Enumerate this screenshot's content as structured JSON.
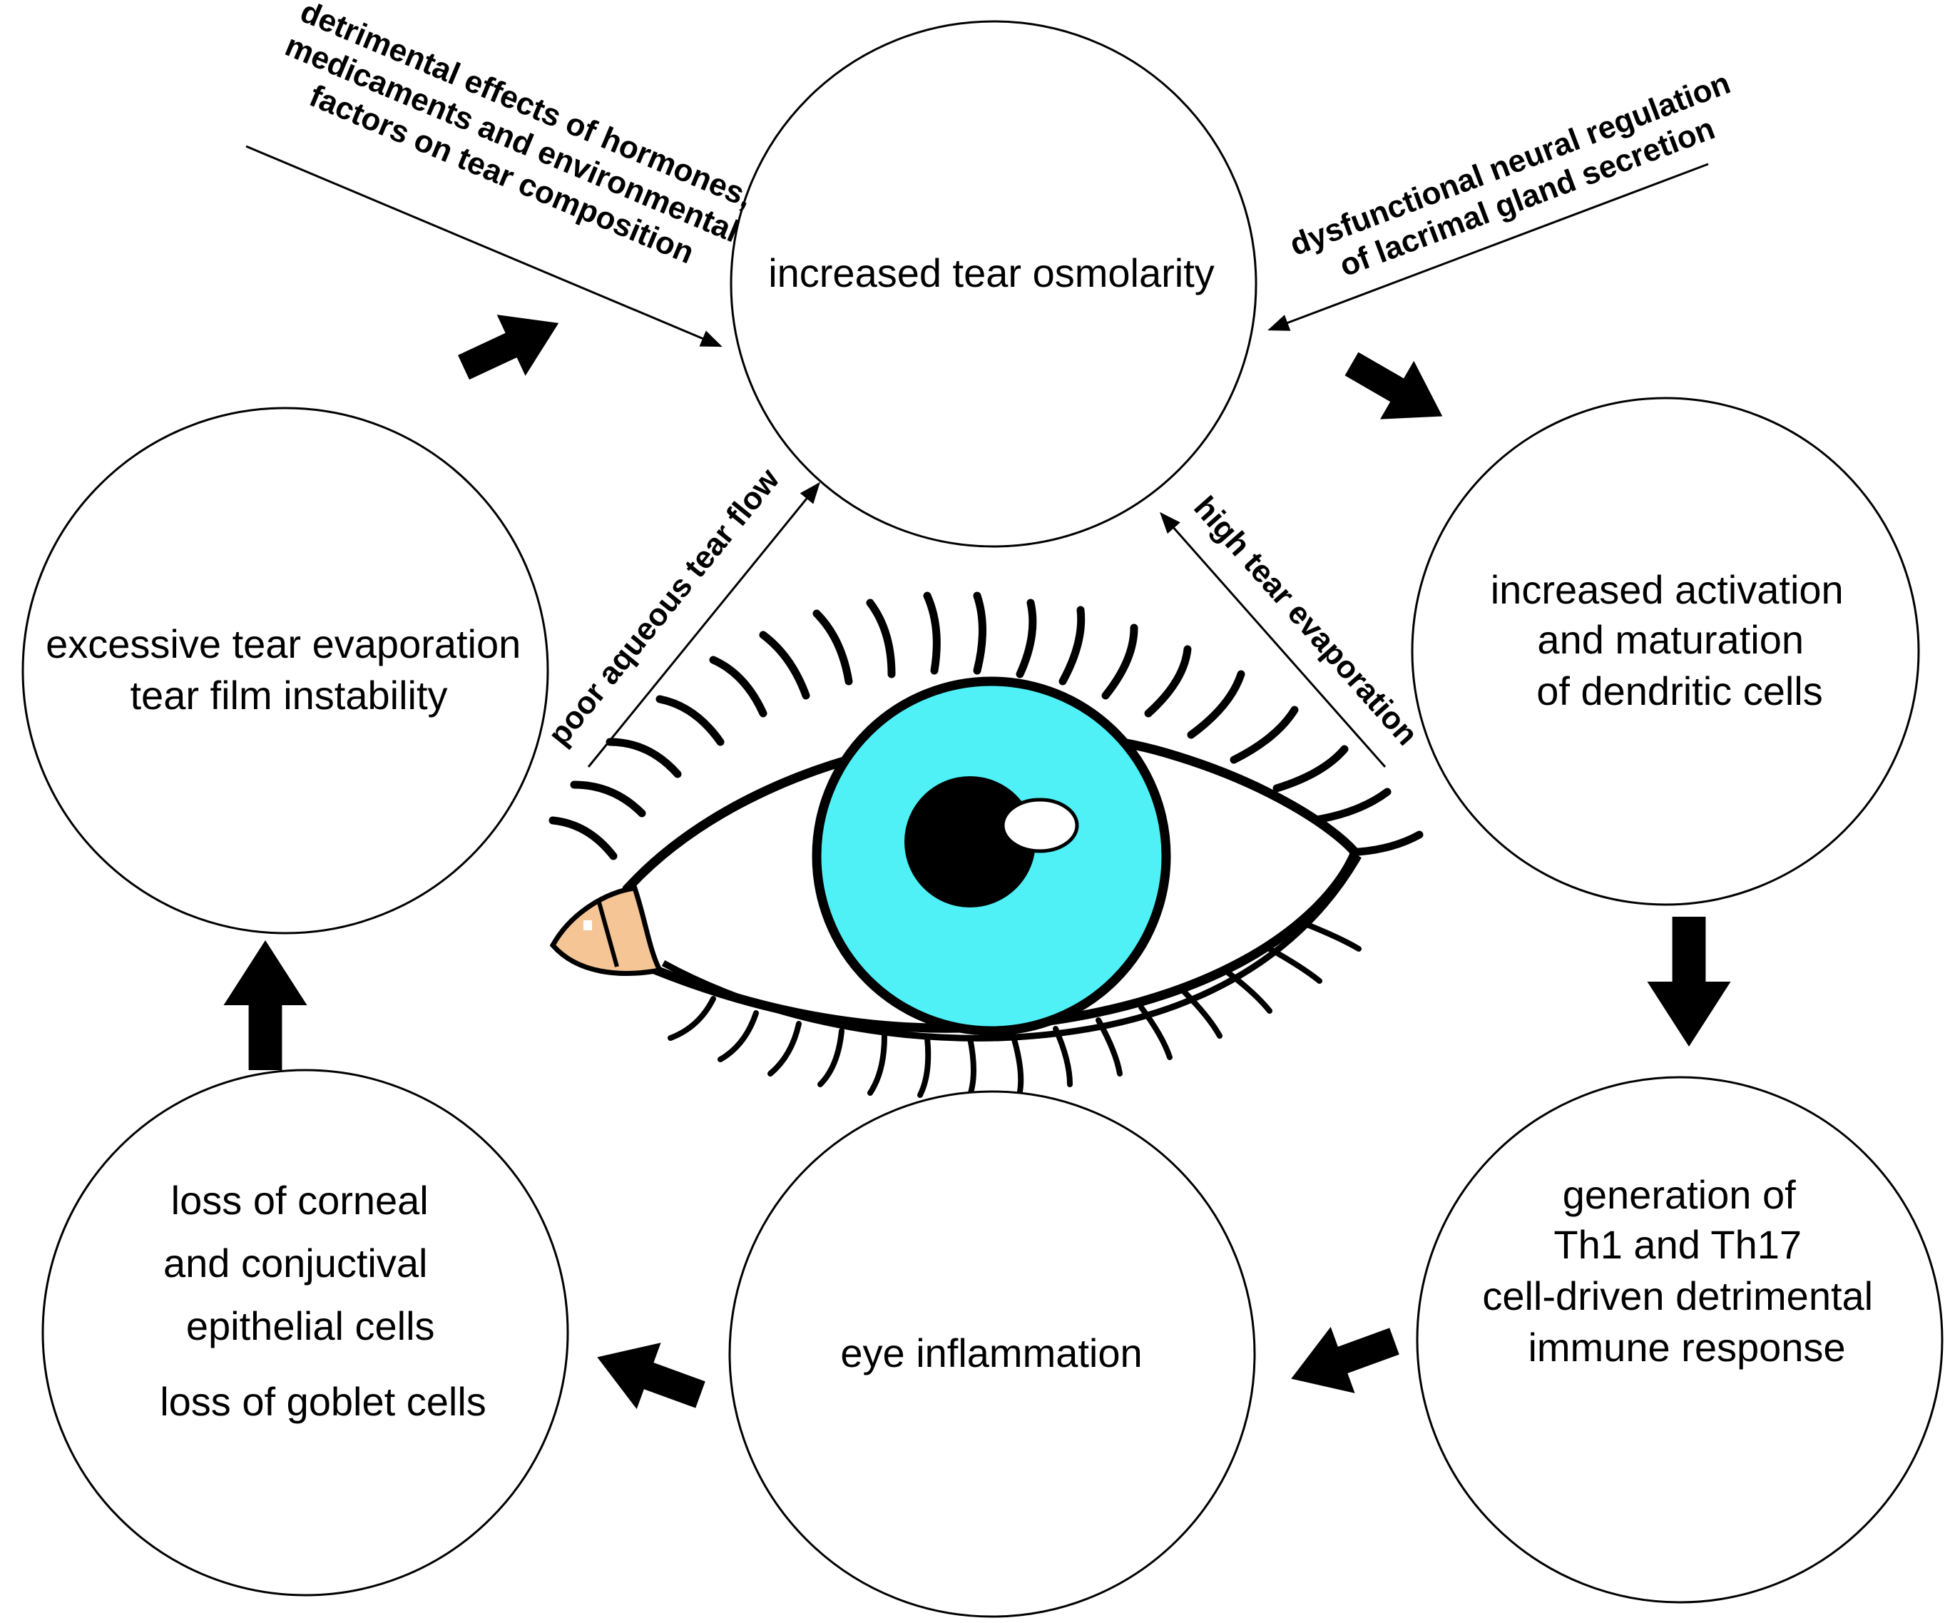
{
  "nodes": {
    "osmolarity": {
      "lines": [
        "increased tear osmolarity"
      ]
    },
    "dendritic": {
      "lines": [
        "increased activation",
        "and maturation",
        "of dendritic cells"
      ]
    },
    "th": {
      "lines": [
        "generation of",
        "Th1 and Th17",
        "cell-driven detrimental",
        "immune response"
      ]
    },
    "inflammation": {
      "lines": [
        "eye inflammation"
      ]
    },
    "epithelial": {
      "lines": [
        "loss of corneal",
        "and conjuctival",
        "epithelial cells",
        "loss of goblet cells"
      ]
    },
    "evaporation": {
      "lines": [
        "excessive tear evaporation",
        "tear film instability"
      ]
    }
  },
  "factors": {
    "hormones": [
      "detrimental effects of hormones,",
      "medicaments and environmental",
      "factors on tear composition"
    ],
    "neural": [
      "dysfunctional neural regulation",
      "of lacrimal gland secretion"
    ],
    "aqueous": [
      "poor aqueous tear flow"
    ],
    "evap": [
      "high tear evaporation"
    ]
  },
  "colors": {
    "iris": "#4ff1f7",
    "caruncle": "#f5c596",
    "ink": "#000000"
  },
  "icons": [
    "eye-illustration",
    "block-arrow"
  ]
}
